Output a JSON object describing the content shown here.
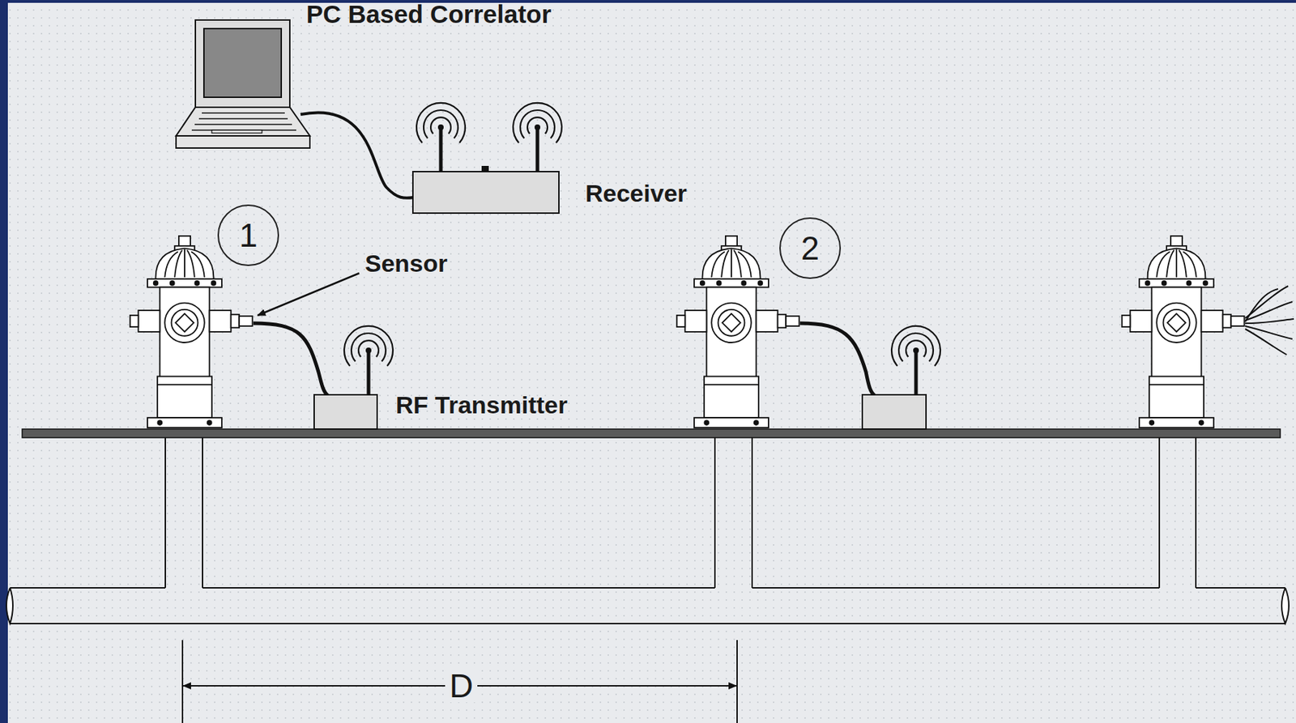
{
  "diagram": {
    "labels": [
      "PC Based Correlator",
      "Receiver",
      "1",
      "Sensor",
      "RF Transmitter",
      "2",
      "D"
    ]
  }
}
